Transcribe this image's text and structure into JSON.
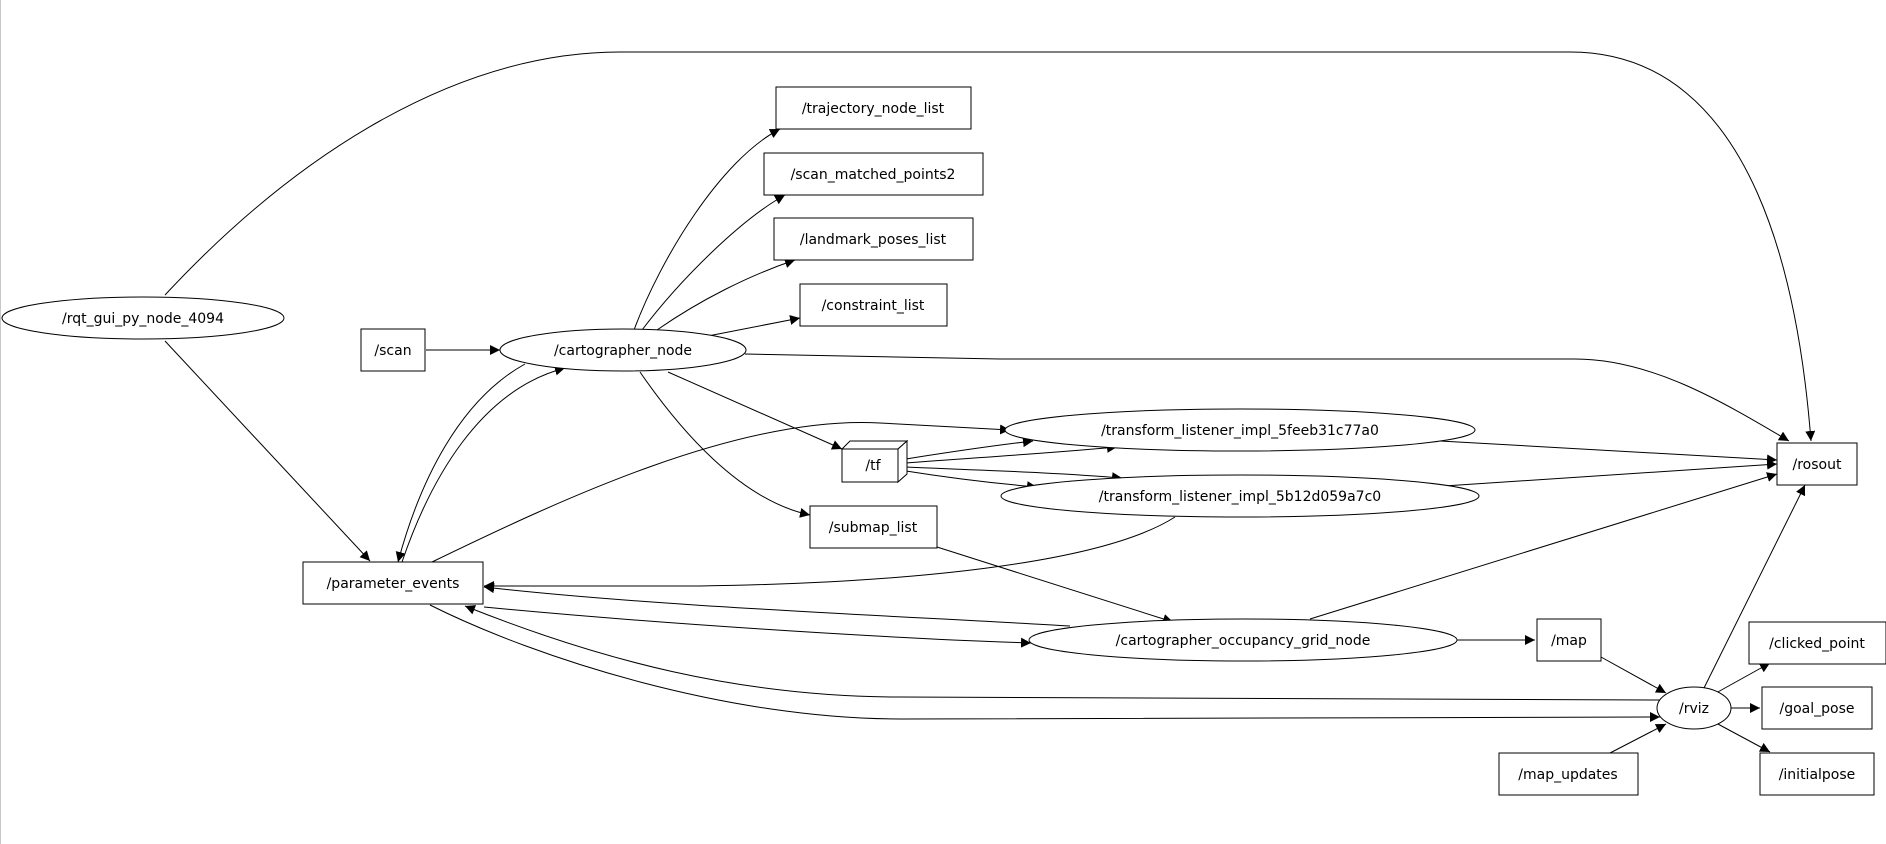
{
  "graph": {
    "nodes": {
      "rqt_gui": "/rqt_gui_py_node_4094",
      "scan": "/scan",
      "cartographer_node": "/cartographer_node",
      "trajectory_node_list": "/trajectory_node_list",
      "scan_matched_points2": "/scan_matched_points2",
      "landmark_poses_list": "/landmark_poses_list",
      "constraint_list": "/constraint_list",
      "tf": "/tf",
      "submap_list": "/submap_list",
      "transform_listener_a": "/transform_listener_impl_5feeb31c77a0",
      "transform_listener_b": "/transform_listener_impl_5b12d059a7c0",
      "parameter_events": "/parameter_events",
      "occupancy_grid_node": "/cartographer_occupancy_grid_node",
      "map": "/map",
      "rosout": "/rosout",
      "rviz": "/rviz",
      "map_updates": "/map_updates",
      "clicked_point": "/clicked_point",
      "goal_pose": "/goal_pose",
      "initialpose": "/initialpose"
    }
  }
}
